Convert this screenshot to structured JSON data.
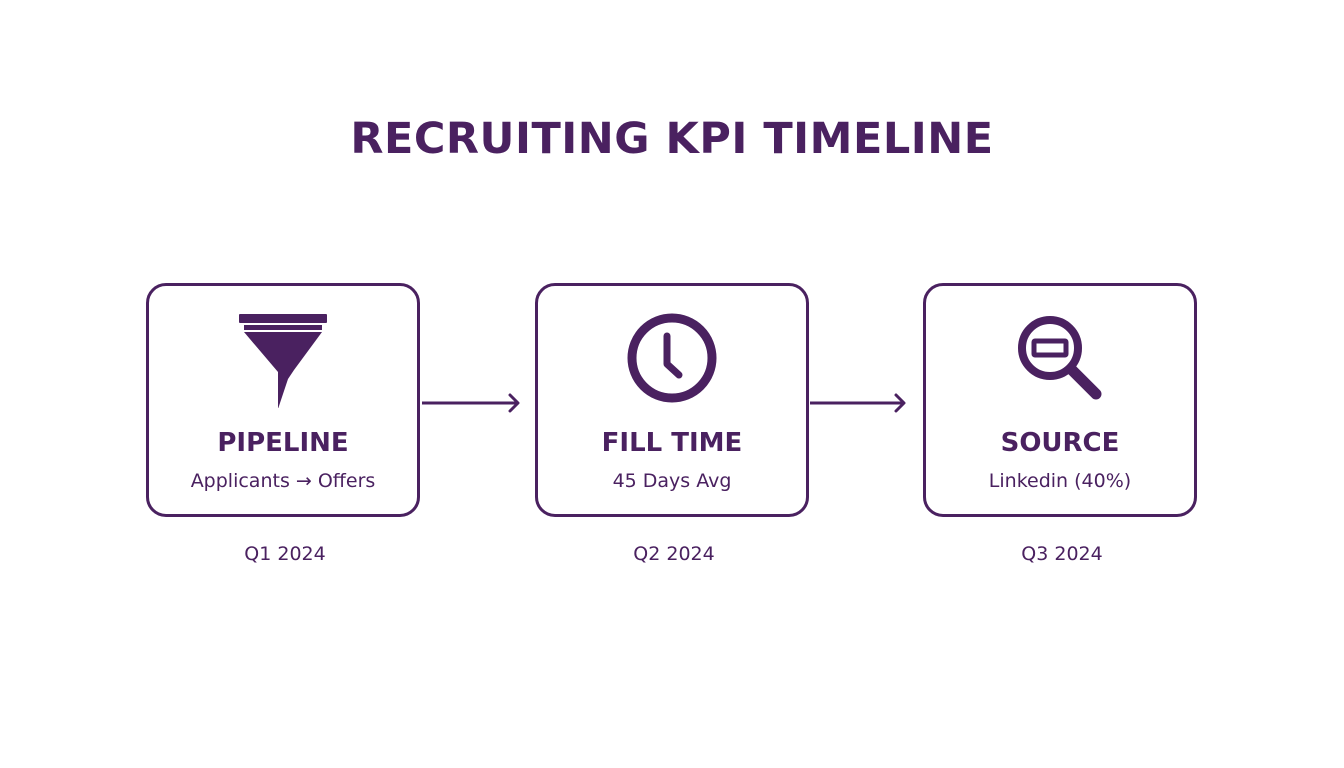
{
  "title": "RECRUITING KPI TIMELINE",
  "colors": {
    "primary": "#4a2160",
    "background": "#ffffff"
  },
  "milestones": [
    {
      "icon": "funnel-icon",
      "title": "PIPELINE",
      "subtitle": "Applicants → Offers",
      "date": "Q1 2024"
    },
    {
      "icon": "clock-icon",
      "title": "FILL TIME",
      "subtitle": "45 Days Avg",
      "date": "Q2 2024"
    },
    {
      "icon": "magnifier-icon",
      "title": "SOURCE",
      "subtitle": "Linkedin (40%)",
      "date": "Q3 2024"
    }
  ]
}
